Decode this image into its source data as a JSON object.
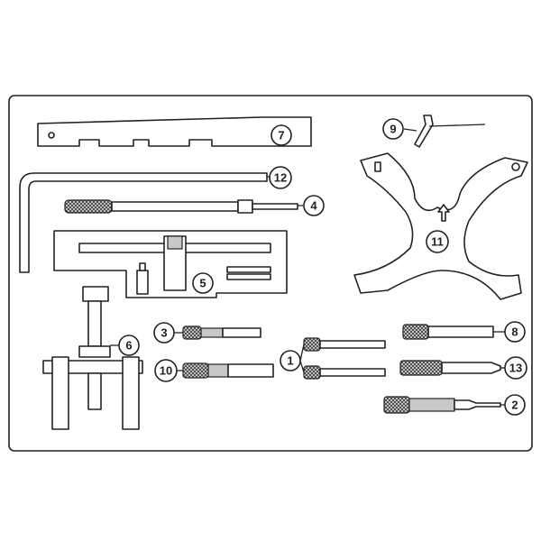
{
  "title": "Engine timing tool kit diagram",
  "labels": {
    "p1": "1",
    "p2": "2",
    "p3": "3",
    "p4": "4",
    "p5": "5",
    "p6": "6",
    "p7": "7",
    "p8": "8",
    "p9": "9",
    "p10": "10",
    "p11": "11",
    "p12": "12",
    "p13": "13"
  },
  "colors": {
    "stroke": "#222222",
    "fill": "#ffffff",
    "knurl": "#c8c8c8"
  }
}
